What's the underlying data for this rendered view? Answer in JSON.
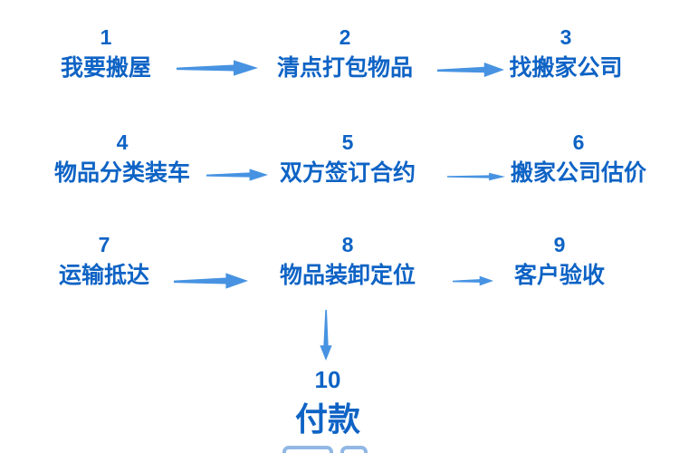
{
  "diagram": {
    "description_visible_only": "10-step moving-house flowchart",
    "steps": [
      {
        "number": "1",
        "label": "我要搬屋"
      },
      {
        "number": "2",
        "label": "清点打包物品"
      },
      {
        "number": "3",
        "label": "找搬家公司"
      },
      {
        "number": "4",
        "label": "物品分类装车"
      },
      {
        "number": "5",
        "label": "双方签订合约"
      },
      {
        "number": "6",
        "label": "搬家公司估价"
      },
      {
        "number": "7",
        "label": "运输抵达"
      },
      {
        "number": "8",
        "label": "物品装卸定位"
      },
      {
        "number": "9",
        "label": "客户验收"
      },
      {
        "number": "10",
        "label": "付款"
      }
    ]
  },
  "colors": {
    "text_blue": "#0e63c5",
    "arrow_blue": "#4793e2",
    "background": "#ffffff"
  }
}
